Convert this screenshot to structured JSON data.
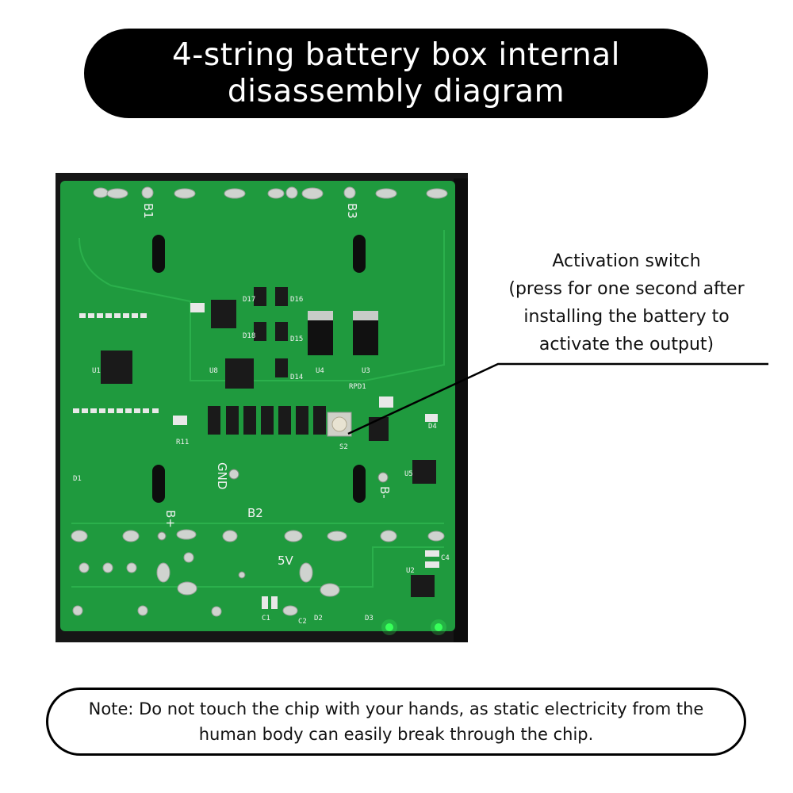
{
  "title": {
    "line1": "4-string battery box internal",
    "line2": "disassembly diagram"
  },
  "callout": {
    "line1": "Activation switch",
    "line2": "(press for one second after",
    "line3": "installing the battery to",
    "line4": "activate the output)"
  },
  "note": {
    "line1": "Note: Do not touch the chip with your hands, as static electricity from the",
    "line2": "human body can easily break through the chip."
  },
  "board_labels": {
    "b1": "B1",
    "b3": "B3",
    "b2": "B2",
    "b_plus": "B+",
    "b_minus": "B-",
    "gnd": "GND",
    "five_v": "5V",
    "u1": "U1",
    "u2": "U2",
    "u3": "U3",
    "u4": "U4",
    "u5": "U5",
    "u8": "U8",
    "s2": "S2",
    "d1": "D1",
    "d2": "D2",
    "d3": "D3",
    "d4": "D4",
    "d14": "D14",
    "d15": "D15",
    "d16": "D16",
    "d17": "D17",
    "d18": "D18",
    "rpd1": "RPD1",
    "c1": "C1",
    "c2": "C2",
    "c4": "C4",
    "r11": "R11"
  },
  "colors": {
    "pcb_green": "#1f9a3e",
    "pcb_edge": "#167a30",
    "case_black": "#161616",
    "pad_silver": "#cfd3cf",
    "chip_black": "#1a1a1a",
    "led_green": "#39ff5a",
    "silkscreen": "#f2f2f2"
  }
}
